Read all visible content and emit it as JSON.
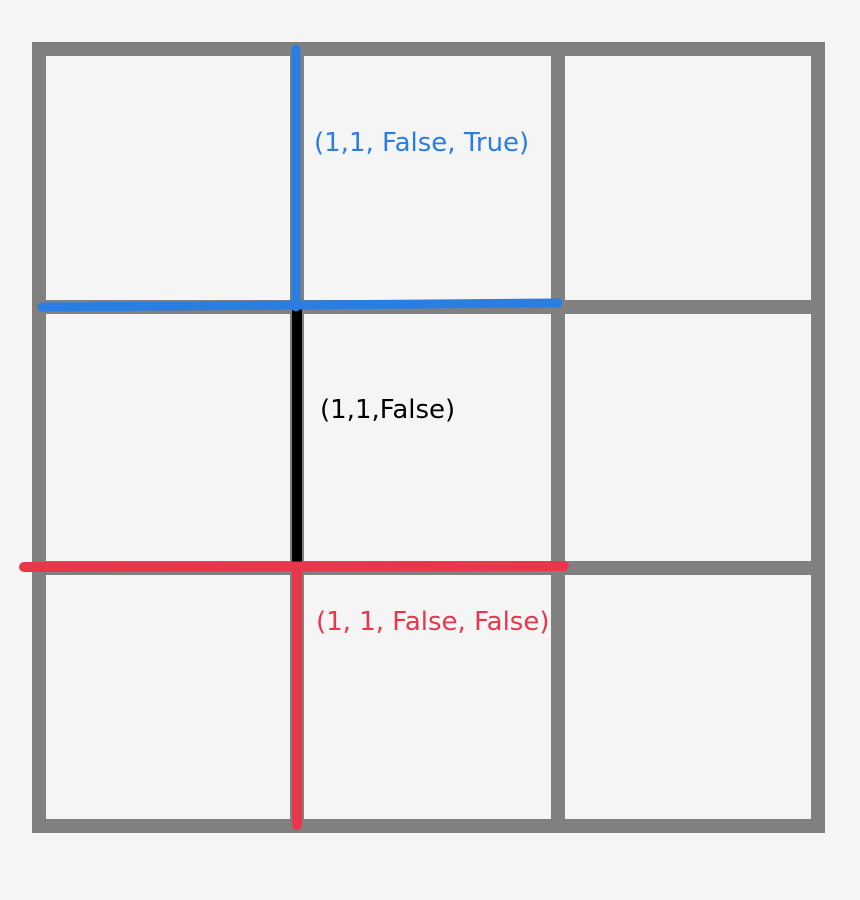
{
  "diagram": {
    "grid": {
      "rows": 3,
      "cols": 3,
      "color": "#808080"
    },
    "labels": {
      "top": {
        "text": "(1,1, False, True)",
        "color": "#2a7de1"
      },
      "middle": {
        "text": "(1,1,False)",
        "color": "#000000"
      },
      "bottom": {
        "text": "(1, 1, False, False)",
        "color": "#e8364a"
      }
    },
    "highlights": {
      "top": "#2a7de1",
      "middle": "#000000",
      "bottom": "#e8364a"
    }
  }
}
